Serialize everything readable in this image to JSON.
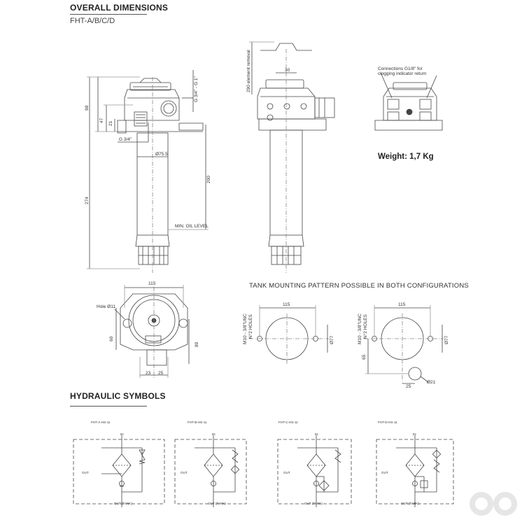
{
  "sections": {
    "overall_title": "OVERALL DIMENSIONS",
    "model_line": "FHT-A/B/C/D",
    "weight": "Weight: 1,7 Kg",
    "tank_caption": "TANK MOUNTING PATTERN POSSIBLE IN BOTH CONFIGURATIONS",
    "hydraulic_title": "HYDRAULIC SYMBOLS"
  },
  "dims": {
    "d98": "98",
    "d47": "47",
    "d21": "21",
    "d274": "274",
    "g34_g1": "G 3/4\" - G 1\"",
    "g34": "G 3/4\"",
    "dia75": "Ø75.5",
    "d200": "200",
    "min_oil": "MIN. OIL LEVEL",
    "d30": "30",
    "removal": "290 element removal",
    "connections1": "Connections G1/8\" for",
    "connections2": "clogging indicator return",
    "d115": "115",
    "hole11": "Hole Ø11",
    "d60": "60",
    "d89": "89",
    "d23": "23",
    "d25": "25",
    "thread": "M10 - 3/8\"UNC",
    "holes": "N°2 HOLES",
    "d77": "Ø77",
    "d65": "65",
    "dia21": "Ø21"
  },
  "symbols": [
    {
      "label": "FHT-A-HS-11",
      "in": "IN",
      "out": "OUT",
      "tank": "OUT (TANK)"
    },
    {
      "label": "FHT-B-HS-11",
      "in": "IN",
      "out": "OUT",
      "tank": "OUT (TANK)"
    },
    {
      "label": "FHT-C-HS-11",
      "in": "IN",
      "out": "OUT",
      "tank": "OUT (TANK)"
    },
    {
      "label": "FHT-D-HS-11",
      "in": "IN",
      "out": "OUT",
      "tank": "OUT (TANK)"
    }
  ]
}
